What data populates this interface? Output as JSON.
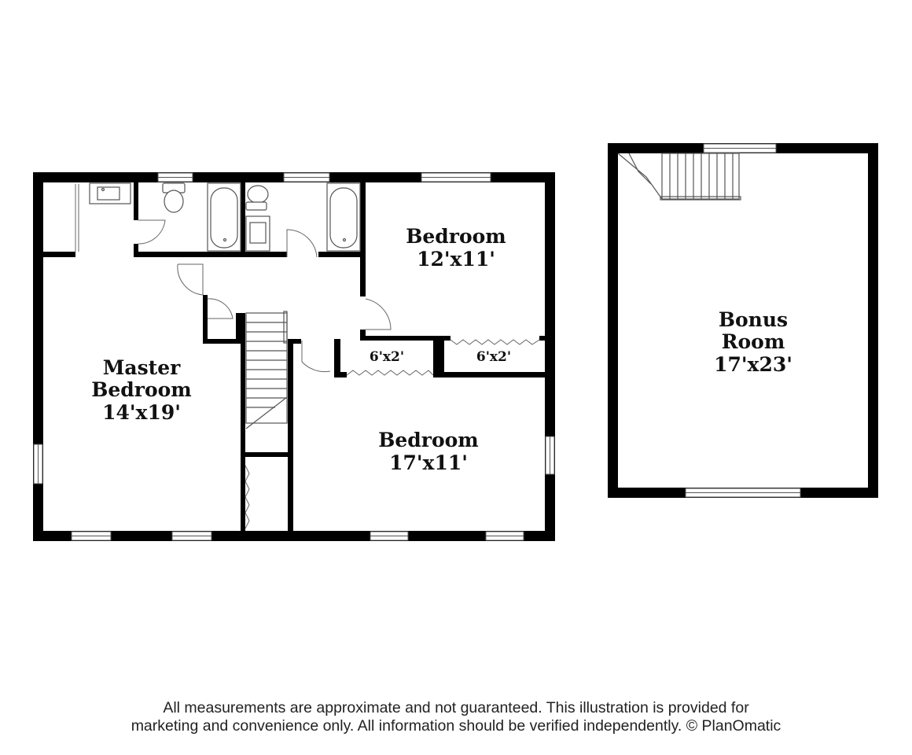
{
  "rooms": {
    "master": {
      "line1": "Master",
      "line2": "Bedroom",
      "dims": "14'x19'"
    },
    "bedroom_ne": {
      "line1": "Bedroom",
      "dims": "12'x11'"
    },
    "bedroom_s": {
      "line1": "Bedroom",
      "dims": "17'x11'"
    },
    "closet_left": {
      "dims": "6'x2'"
    },
    "closet_right": {
      "dims": "6'x2'"
    },
    "bonus": {
      "line1": "Bonus",
      "line2": "Room",
      "dims": "17'x23'"
    }
  },
  "disclaimer": {
    "line1": "All measurements are approximate and not guaranteed. This illustration is provided for",
    "line2": "marketing and convenience only. All information should be verified independently. © PlanOmatic"
  }
}
